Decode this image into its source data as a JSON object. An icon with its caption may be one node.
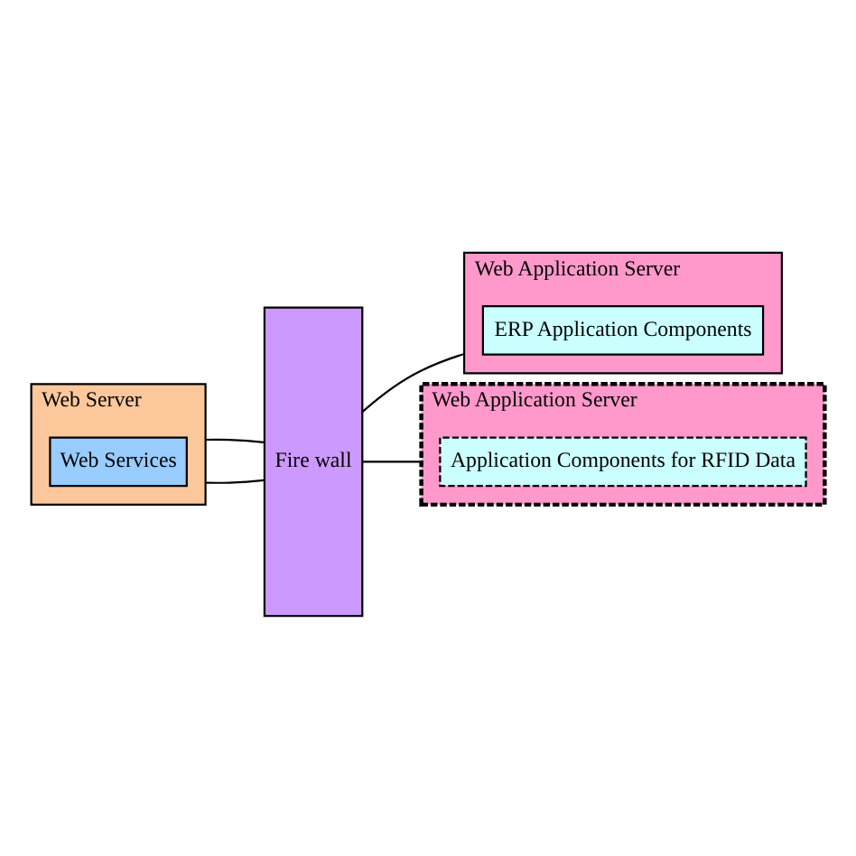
{
  "diagram": {
    "nodes": [
      {
        "text": [
          "Web Server"
        ]
      },
      {
        "text": [
          "Web Services"
        ],
        "in": 0
      },
      {
        "text": [
          "Fire wall"
        ]
      },
      {
        "text": [
          "Web Application Server"
        ]
      },
      {
        "text": [
          "ERP Application Components"
        ],
        "in": 3
      },
      {
        "text": [
          "Web Application Server"
        ]
      },
      {
        "text": [
          "Application Components for RFID Data"
        ],
        "in": 5
      }
    ],
    "edges": [
      {
        "from": 0,
        "to": 2,
        "arrow": "none"
      },
      {
        "from": 2,
        "to": 3,
        "arrow": "none"
      },
      {
        "from": 0,
        "to": 2,
        "arrow": "none"
      },
      {
        "from": 2,
        "to": 5,
        "arrow": "none"
      }
    ]
  }
}
